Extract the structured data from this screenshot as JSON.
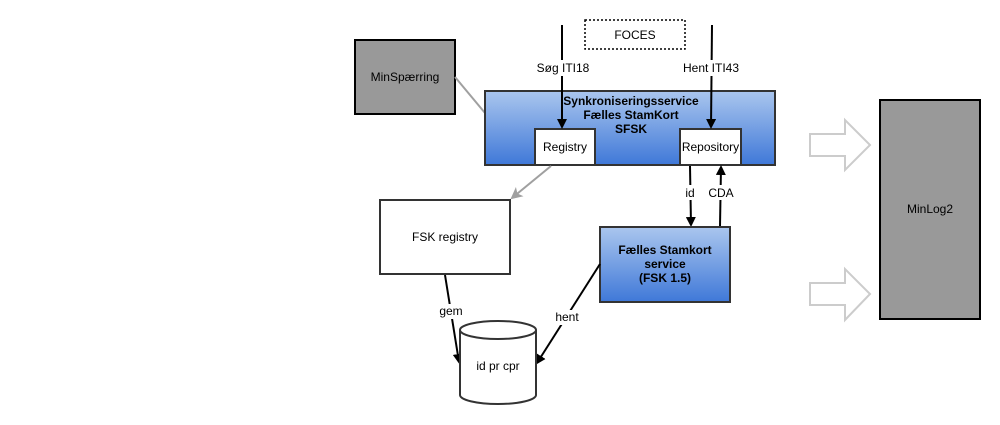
{
  "diagram": {
    "nodes": {
      "foces": {
        "label": "FOCES",
        "style": "dotted"
      },
      "minspaerring": {
        "label": "MinSpærring",
        "fill": "#999999"
      },
      "sfsk": {
        "lines": [
          "Synkroniseringsservice",
          "Fælles StamKort",
          "SFSK"
        ],
        "fill_top": "#a9c4eb",
        "fill_bottom": "#4a7fd6"
      },
      "registry": {
        "label": "Registry"
      },
      "repository": {
        "label": "Repository"
      },
      "fsk_registry": {
        "label": "FSK registry"
      },
      "fsk_service": {
        "lines": [
          "Fælles Stamkort",
          "service",
          "(FSK 1.5)"
        ],
        "fill_top": "#a9c4eb",
        "fill_bottom": "#4a7fd6"
      },
      "db": {
        "label": "id pr cpr"
      },
      "minlog2": {
        "label": "MinLog2",
        "fill": "#999999"
      }
    },
    "edges": {
      "sog": {
        "label": "Søg ITI18",
        "from": "external",
        "to": "registry"
      },
      "hent_iti": {
        "label": "Hent ITI43",
        "from": "external",
        "to": "repository"
      },
      "id": {
        "label": "id",
        "from": "repository",
        "to": "fsk_service"
      },
      "cda": {
        "label": "CDA",
        "from": "fsk_service",
        "to": "repository"
      },
      "gem": {
        "label": "gem",
        "from": "fsk_registry",
        "to": "db"
      },
      "hent": {
        "label": "hent",
        "from": "fsk_service",
        "to": "db"
      },
      "minspaerring_link": {
        "label": "",
        "from": "minspaerring",
        "to": "sfsk"
      },
      "registry_to_fsk": {
        "label": "",
        "from": "registry",
        "to": "fsk_registry"
      }
    },
    "block_arrows": [
      {
        "name": "log-arrow-top",
        "to": "minlog2"
      },
      {
        "name": "log-arrow-bottom",
        "to": "minlog2"
      }
    ]
  }
}
